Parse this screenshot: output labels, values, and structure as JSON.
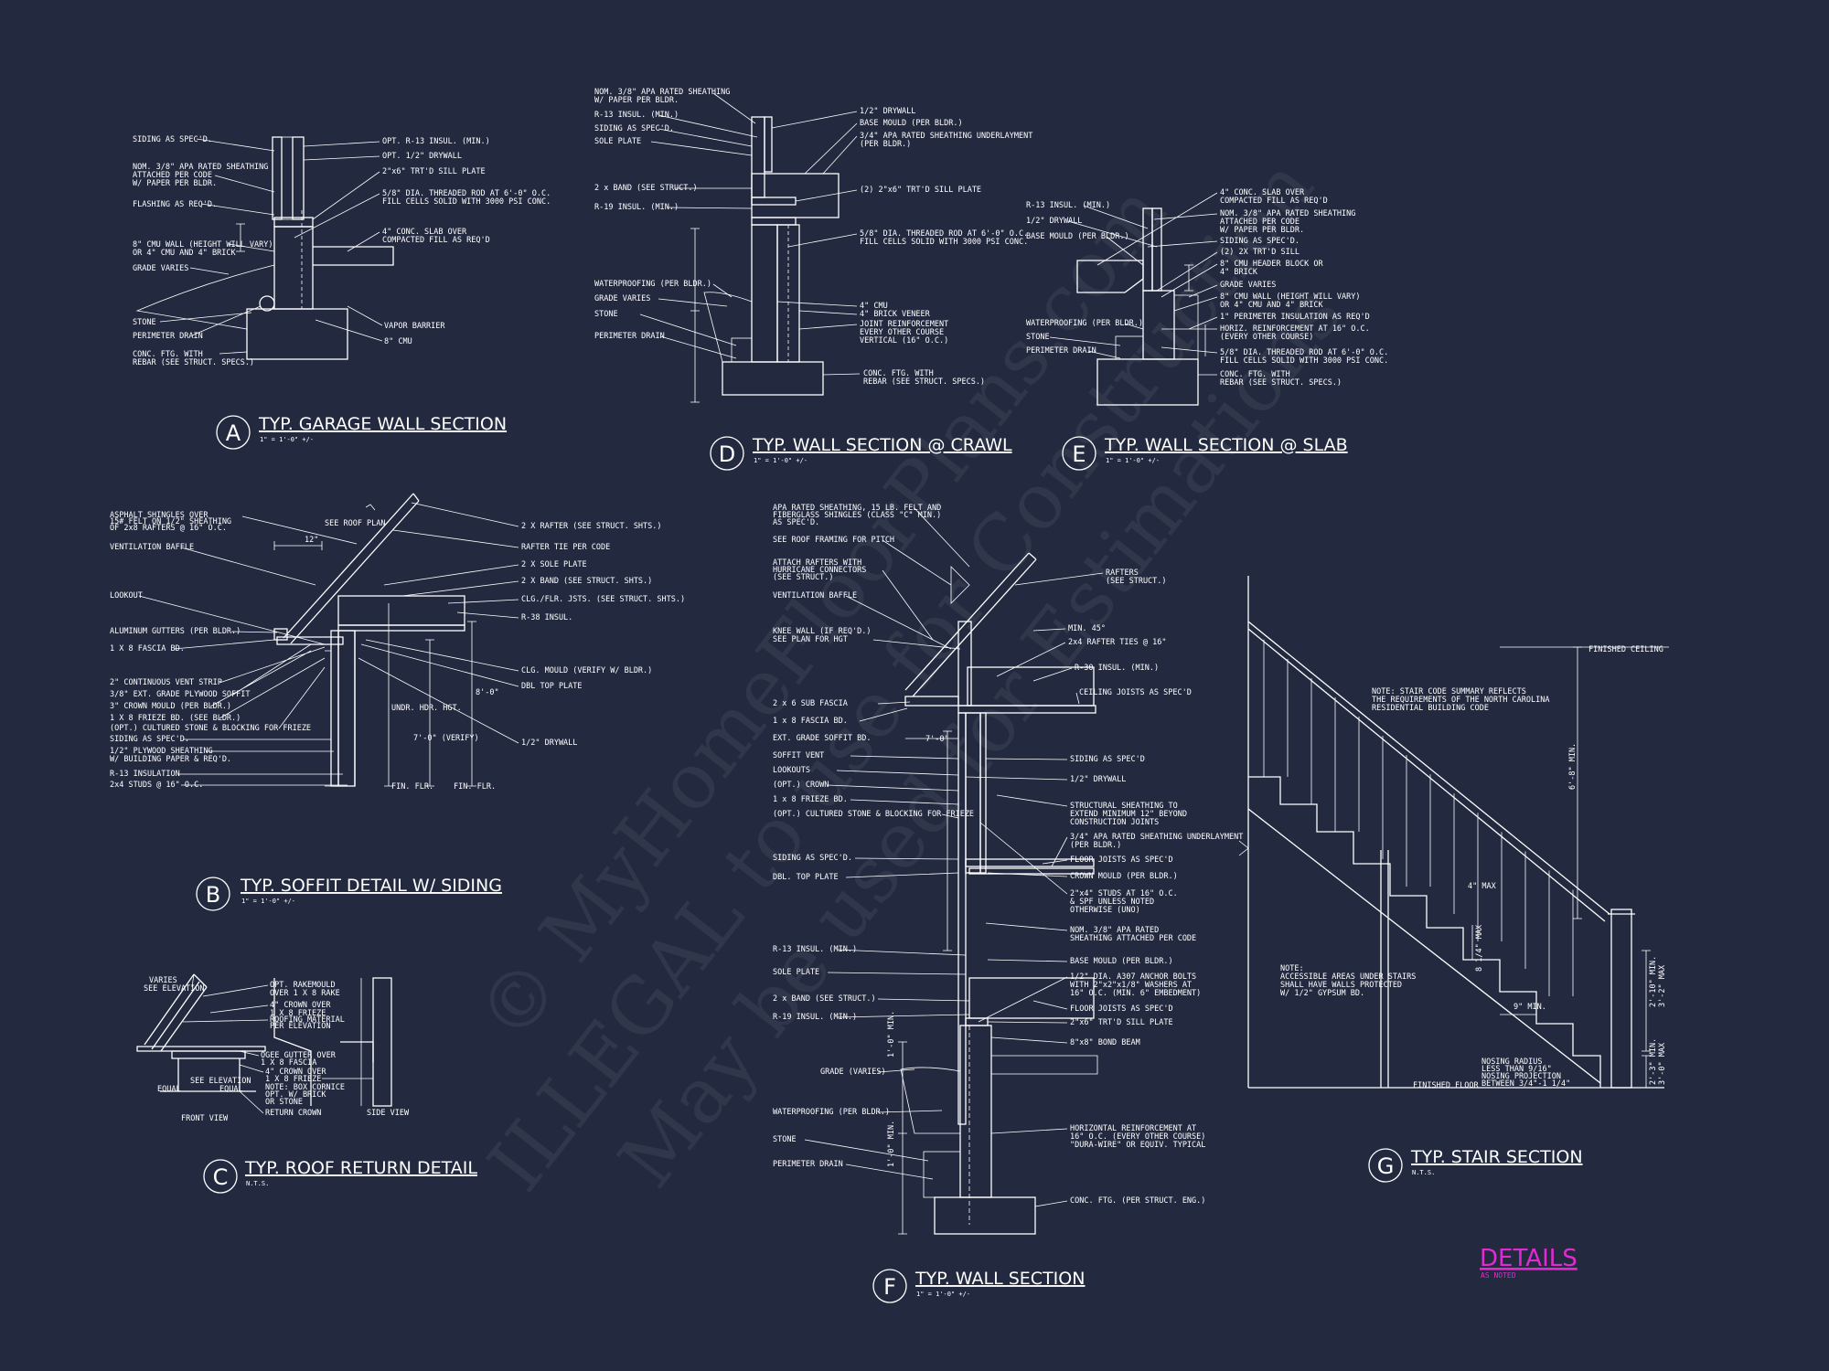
{
  "watermark": {
    "line1": "© MyHomeFloorPlans.com",
    "line2": "ILLEGAL to use for Construction",
    "line3": "May be used for Estimations"
  },
  "sheet": {
    "title": "DETAILS",
    "scale": "AS NOTED"
  },
  "sections": [
    {
      "letter": "A",
      "title": "TYP. GARAGE WALL SECTION",
      "scale": "1\" = 1'-0\" +/-"
    },
    {
      "letter": "B",
      "title": "TYP. SOFFIT DETAIL W/ SIDING",
      "scale": "1\" = 1'-0\" +/-"
    },
    {
      "letter": "C",
      "title": "TYP. ROOF RETURN DETAIL",
      "scale": "N.T.S."
    },
    {
      "letter": "D",
      "title": "TYP. WALL SECTION @ CRAWL",
      "scale": "1\" = 1'-0\" +/-"
    },
    {
      "letter": "E",
      "title": "TYP. WALL SECTION @ SLAB",
      "scale": "1\" = 1'-0\" +/-"
    },
    {
      "letter": "F",
      "title": "TYP. WALL SECTION",
      "scale": "1\" = 1'-0\" +/-"
    },
    {
      "letter": "G",
      "title": "TYP. STAIR SECTION",
      "scale": "N.T.S."
    }
  ],
  "notes": {
    "A_left": [
      "SIDING AS SPEC'D.",
      "NOM. 3/8\" APA RATED SHEATHING",
      "ATTACHED PER CODE",
      "W/ PAPER PER BLDR.",
      "FLASHING AS REQ'D.",
      "8\" CMU WALL (HEIGHT WILL VARY)",
      "OR 4\" CMU AND 4\" BRICK",
      "GRADE VARIES",
      "STONE",
      "PERIMETER DRAIN",
      "CONC. FTG. WITH",
      "REBAR (SEE STRUCT. SPECS.)"
    ],
    "A_right": [
      "OPT. R-13 INSUL. (MIN.)",
      "OPT. 1/2\" DRYWALL",
      "2\"x6\" TRT'D SILL PLATE",
      "5/8\" DIA. THREADED ROD AT 6'-0\" O.C.",
      "FILL CELLS SOLID WITH 3000 PSI CONC.",
      "4\" CONC. SLAB OVER",
      "COMPACTED FILL AS REQ'D",
      "VAPOR BARRIER",
      "8\" CMU"
    ],
    "D_left": [
      "NOM. 3/8\" APA RATED SHEATHING",
      "W/ PAPER PER BLDR.",
      "R-13 INSUL. (MIN.)",
      "SIDING AS SPEC'D.",
      "SOLE PLATE",
      "2 x BAND (SEE STRUCT.)",
      "R-19 INSUL. (MIN.)",
      "WATERPROOFING (PER BLDR.)",
      "GRADE VARIES",
      "STONE",
      "PERIMETER DRAIN"
    ],
    "D_right": [
      "1/2\" DRYWALL",
      "BASE MOULD (PER BLDR.)",
      "3/4\" APA RATED SHEATHING UNDERLAYMENT",
      "(PER BLDR.)",
      "(2) 2\"x6\" TRT'D SILL PLATE",
      "5/8\" DIA. THREADED ROD AT 6'-0\" O.C.",
      "FILL CELLS SOLID WITH 3000 PSI CONC.",
      "4\" CMU",
      "4\" BRICK VENEER",
      "JOINT REINFORCEMENT",
      "EVERY OTHER COURSE",
      "VERTICAL (16\" O.C.)",
      "CONC. FTG. WITH",
      "REBAR (SEE STRUCT. SPECS.)"
    ],
    "E_left": [
      "R-13 INSUL. (MIN.)",
      "1/2\" DRYWALL",
      "BASE MOULD (PER BLDR.)",
      "WATERPROOFING (PER BLDR.)",
      "STONE",
      "PERIMETER DRAIN"
    ],
    "E_right": [
      "4\" CONC. SLAB OVER",
      "COMPACTED FILL AS REQ'D",
      "NOM. 3/8\" APA RATED SHEATHING",
      "ATTACHED PER CODE",
      "W/ PAPER PER BLDR.",
      "SIDING AS SPEC'D.",
      "(2) 2X TRT'D SILL",
      "8\" CMU HEADER BLOCK OR",
      "4\" BRICK",
      "GRADE VARIES",
      "8\" CMU WALL (HEIGHT WILL VARY)",
      "OR 4\" CMU AND 4\" BRICK",
      "1\" PERIMETER INSULATION AS REQ'D",
      "HORIZ. REINFORCEMENT AT 16\" O.C.",
      "(EVERY OTHER COURSE)",
      "5/8\" DIA. THREADED ROD AT 6'-0\" O.C.",
      "FILL CELLS SOLID WITH 3000 PSI CONC.",
      "CONC. FTG. WITH",
      "REBAR (SEE STRUCT. SPECS.)"
    ],
    "B_left": [
      "ASPHALT SHINGLES OVER",
      "15# FELT ON 1/2\" SHEATHING",
      "OF 2x8 RAFTERS @ 16\" O.C.",
      "VENTILATION BAFFLE",
      "LOOKOUT",
      "ALUMINUM GUTTERS (PER BLDR.)",
      "1 X 8 FASCIA BD.",
      "2\" CONTINUOUS VENT STRIP",
      "3/8\" EXT. GRADE PLYWOOD SOFFIT",
      "3\" CROWN MOULD (PER BLDR.)",
      "1 X 8 FRIEZE BD. (SEE BLDR.)",
      "(OPT.) CULTURED STONE & BLOCKING FOR FRIEZE",
      "SIDING AS SPEC'D.",
      "1/2\" PLYWOOD SHEATHING",
      "W/ BUILDING PAPER & REQ'D.",
      "R-13 INSULATION",
      "2x4 STUDS @ 16\" O.C."
    ],
    "B_right": [
      "SEE ROOF PLAN",
      "2 X RAFTER (SEE STRUCT. SHTS.)",
      "RAFTER TIE PER CODE",
      "2 X SOLE PLATE",
      "2 X BAND (SEE STRUCT. SHTS.)",
      "CLG./FLR. JSTS. (SEE STRUCT. SHTS.)",
      "R-38 INSUL.",
      "CLG. MOULD (VERIFY W/ BLDR.)",
      "DBL TOP PLATE",
      "1/2\" DRYWALL"
    ],
    "B_dims": [
      "12\"",
      "UNDR. HDR. HGT.",
      "7'-0\" (VERIFY)",
      "8'-0\"",
      "FIN. FLR.",
      "FIN. FLR."
    ],
    "C_notes": [
      "VARIES",
      "SEE ELEVATION",
      "OPT. RAKEMOULD",
      "OVER 1 X 8 RAKE",
      "4\" CROWN OVER",
      "1 X 8 FRIEZE",
      "ROOFING MATERIAL",
      "PER ELEVATION",
      "OGEE GUTTER OVER",
      "1 X 8 FASCIA",
      "4\" CROWN OVER",
      "1 X 8 FRIEZE",
      "NOTE: BOX CORNICE",
      "OPT. W/ BRICK",
      "OR STONE",
      "RETURN CROWN",
      "SEE ELEVATION",
      "EQUAL",
      "EQUAL",
      "FRONT VIEW",
      "SIDE VIEW"
    ],
    "F_left": [
      "APA RATED SHEATHING, 15 LB. FELT AND",
      "FIBERGLASS SHINGLES (CLASS \"C\" MIN.)",
      "AS SPEC'D.",
      "SEE ROOF FRAMING FOR PITCH",
      "ATTACH RAFTERS WITH",
      "HURRICANE CONNECTORS",
      "(SEE STRUCT.)",
      "VENTILATION BAFFLE",
      "KNEE WALL (IF REQ'D.)",
      "SEE PLAN FOR HGT",
      "2 x 6 SUB FASCIA",
      "1 x 8 FASCIA BD.",
      "EXT. GRADE SOFFIT BD.",
      "SOFFIT VENT",
      "LOOKOUTS",
      "(OPT.) CROWN",
      "1 x 8 FRIEZE BD.",
      "(OPT.) CULTURED STONE & BLOCKING FOR FRIEZE",
      "SIDING AS SPEC'D.",
      "DBL. TOP PLATE",
      "R-13 INSUL. (MIN.)",
      "SOLE PLATE",
      "2 x BAND (SEE STRUCT.)",
      "R-19 INSUL. (MIN.)",
      "GRADE (VARIES)",
      "WATERPROOFING (PER BLDR.)",
      "STONE",
      "PERIMETER DRAIN"
    ],
    "F_right": [
      "RAFTERS",
      "(SEE STRUCT.)",
      "MIN. 45°",
      "2x4 RAFTER TIES @ 16\"",
      "R-30 INSUL. (MIN.)",
      "CEILING JOISTS AS SPEC'D",
      "SIDING AS SPEC'D",
      "1/2\" DRYWALL",
      "STRUCTURAL SHEATHING TO",
      "EXTEND MINIMUM 12\" BEYOND",
      "CONSTRUCTION JOINTS",
      "3/4\" APA RATED SHEATHING UNDERLAYMENT",
      "(PER BLDR.)",
      "FLOOR JOISTS AS SPEC'D",
      "CROWN MOULD (PER BLDR.)",
      "2\"x4\" STUDS AT 16\" O.C.",
      "& SPF UNLESS NOTED",
      "OTHERWISE (UNO)",
      "NOM. 3/8\" APA RATED",
      "SHEATHING ATTACHED PER CODE",
      "BASE MOULD (PER BLDR.)",
      "1/2\" DIA. A307 ANCHOR BOLTS",
      "WITH 2\"x2\"x1/8\" WASHERS AT",
      "16\" O.C. (MIN. 6\" EMBEDMENT)",
      "FLOOR JOISTS AS SPEC'D",
      "2\"x6\" TRT'D SILL PLATE",
      "8\"x8\" BOND BEAM",
      "HORIZONTAL REINFORCEMENT AT",
      "16\" O.C. (EVERY OTHER COURSE)",
      "\"DURA-WIRE\" OR EQUIV. TYPICAL",
      "CONC. FTG. (PER STRUCT. ENG.)"
    ],
    "F_dims": [
      "7'-0\"",
      "1'-0\" MIN.",
      "1'-0\" MIN."
    ],
    "G_notes": [
      "FINISHED CEILING",
      "NOTE: STAIR CODE SUMMARY REFLECTS",
      "THE REQUIREMENTS OF THE NORTH CAROLINA",
      "RESIDENTIAL BUILDING CODE",
      "6'-8\" MIN.",
      "4\" MAX",
      "8 1/4\" MAX",
      "9\" MIN.",
      "NOTE:",
      "ACCESSIBLE AREAS UNDER STAIRS",
      "SHALL HAVE WALLS PROTECTED",
      "W/ 1/2\" GYPSUM BD.",
      "NOSING RADIUS",
      "LESS THAN 9/16\"",
      "NOSING PROJECTION",
      "BETWEEN 3/4\"-1 1/4\"",
      "FINISHED FLOOR",
      "2'-10\" MIN.",
      "3'-2\" MAX",
      "2'-3\" MIN.",
      "3'-0\" MAX"
    ]
  }
}
